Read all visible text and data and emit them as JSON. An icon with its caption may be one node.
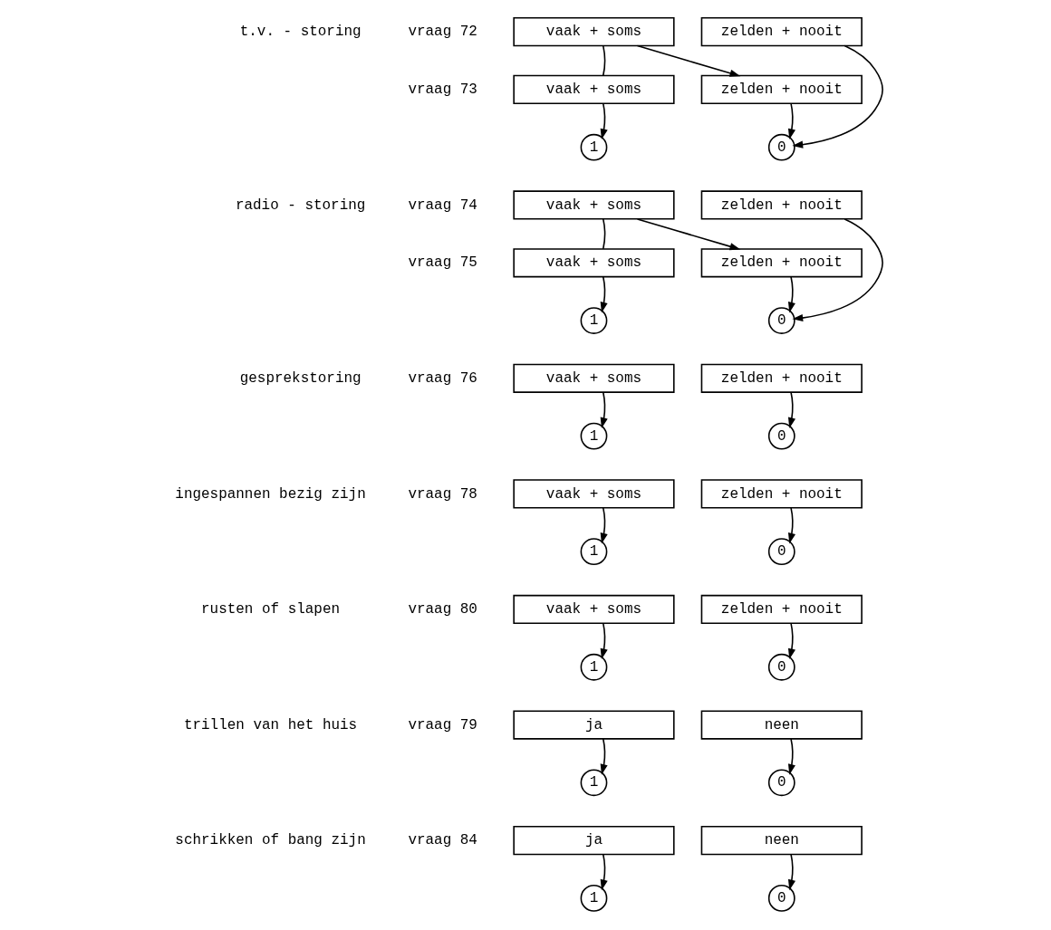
{
  "diagram": {
    "nodes": [
      {
        "text": [
          "vaak + soms"
        ],
        "beside": [
          "vraag 72"
        ]
      },
      {
        "text": [
          "zelden + nooit"
        ]
      },
      {
        "text": [
          "vaak + soms"
        ],
        "beside": [
          "vraag 73"
        ]
      },
      {
        "text": [
          "zelden + nooit"
        ]
      },
      {
        "text": [
          "1"
        ]
      },
      {
        "text": [
          "0"
        ]
      },
      {
        "text": [
          "vaak + soms"
        ],
        "beside": [
          "vraag 74"
        ]
      },
      {
        "text": [
          "zelden + nooit"
        ]
      },
      {
        "text": [
          "vaak + soms"
        ],
        "beside": [
          "vraag 75"
        ]
      },
      {
        "text": [
          "zelden + nooit"
        ]
      },
      {
        "text": [
          "1"
        ]
      },
      {
        "text": [
          "0"
        ]
      },
      {
        "text": [
          "vaak + soms"
        ],
        "beside": [
          "vraag 76"
        ]
      },
      {
        "text": [
          "zelden + nooit"
        ]
      },
      {
        "text": [
          "1"
        ]
      },
      {
        "text": [
          "0"
        ]
      },
      {
        "text": [
          "vaak + soms"
        ],
        "beside": [
          "vraag 78"
        ]
      },
      {
        "text": [
          "zelden + nooit"
        ]
      },
      {
        "text": [
          "1"
        ]
      },
      {
        "text": [
          "0"
        ]
      },
      {
        "text": [
          "vaak + soms"
        ],
        "beside": [
          "vraag 80"
        ]
      },
      {
        "text": [
          "zelden + nooit"
        ]
      },
      {
        "text": [
          "1"
        ]
      },
      {
        "text": [
          "0"
        ]
      },
      {
        "text": [
          "ja"
        ],
        "beside": [
          "vraag 79"
        ]
      },
      {
        "text": [
          "neen"
        ]
      },
      {
        "text": [
          "1"
        ]
      },
      {
        "text": [
          "0"
        ]
      },
      {
        "text": [
          "ja"
        ],
        "beside": [
          "vraag 84"
        ]
      },
      {
        "text": [
          "neen"
        ]
      },
      {
        "text": [
          "1"
        ]
      },
      {
        "text": [
          "0"
        ]
      }
    ],
    "edges": [
      {
        "from": 0,
        "to": 2,
        "arrow": "none"
      },
      {
        "from": 0,
        "to": 3,
        "arrow": "to"
      },
      {
        "from": 2,
        "to": 4,
        "arrow": "to"
      },
      {
        "from": 3,
        "to": 5,
        "arrow": "to"
      },
      {
        "from": 1,
        "to": 5,
        "arrow": "to"
      },
      {
        "from": 6,
        "to": 8,
        "arrow": "none"
      },
      {
        "from": 6,
        "to": 9,
        "arrow": "to"
      },
      {
        "from": 8,
        "to": 10,
        "arrow": "to"
      },
      {
        "from": 9,
        "to": 11,
        "arrow": "to"
      },
      {
        "from": 7,
        "to": 11,
        "arrow": "to"
      },
      {
        "from": 12,
        "to": 14,
        "arrow": "to"
      },
      {
        "from": 13,
        "to": 15,
        "arrow": "to"
      },
      {
        "from": 16,
        "to": 18,
        "arrow": "to"
      },
      {
        "from": 17,
        "to": 19,
        "arrow": "to"
      },
      {
        "from": 20,
        "to": 22,
        "arrow": "to"
      },
      {
        "from": 21,
        "to": 23,
        "arrow": "to"
      },
      {
        "from": 24,
        "to": 26,
        "arrow": "to"
      },
      {
        "from": 25,
        "to": 27,
        "arrow": "to"
      },
      {
        "from": 28,
        "to": 30,
        "arrow": "to"
      },
      {
        "from": 29,
        "to": 31,
        "arrow": "to"
      }
    ],
    "labels": [
      "t.v. - storing",
      "radio - storing",
      "gesprekstoring",
      "ingespannen bezig zijn",
      "rusten of slapen",
      "trillen van het huis",
      "schrikken of bang zijn"
    ]
  }
}
